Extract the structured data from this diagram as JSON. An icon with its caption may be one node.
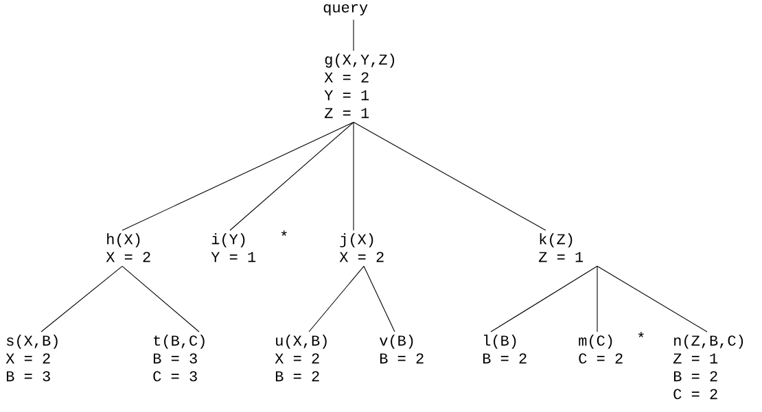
{
  "diagram": {
    "nodes": [
      {
        "text": [
          "query"
        ]
      },
      {
        "text": [
          "g(X,Y,Z)",
          "X = 2",
          "Y = 1",
          "Z = 1"
        ]
      },
      {
        "text": [
          "h(X)",
          "X = 2"
        ]
      },
      {
        "text": [
          "i(Y)",
          "Y = 1"
        ],
        "beside": [
          "*"
        ]
      },
      {
        "text": [
          "j(X)",
          "X = 2"
        ]
      },
      {
        "text": [
          "k(Z)",
          "Z = 1"
        ]
      },
      {
        "text": [
          "s(X,B)",
          "X = 2",
          "B = 3"
        ]
      },
      {
        "text": [
          "t(B,C)",
          "B = 3",
          "C = 3"
        ]
      },
      {
        "text": [
          "u(X,B)",
          "X = 2",
          "B = 2"
        ]
      },
      {
        "text": [
          "v(B)",
          "B = 2"
        ]
      },
      {
        "text": [
          "l(B)",
          "B = 2"
        ]
      },
      {
        "text": [
          "m(C)",
          "C = 2"
        ],
        "beside": [
          "*"
        ]
      },
      {
        "text": [
          "n(Z,B,C)",
          "Z = 1",
          "B = 2",
          "C = 2"
        ]
      }
    ],
    "edges": [
      {
        "from": 0,
        "to": 1,
        "arrow": "none"
      },
      {
        "from": 1,
        "to": 2,
        "arrow": "none"
      },
      {
        "from": 1,
        "to": 3,
        "arrow": "none"
      },
      {
        "from": 1,
        "to": 4,
        "arrow": "none"
      },
      {
        "from": 1,
        "to": 5,
        "arrow": "none"
      },
      {
        "from": 2,
        "to": 6,
        "arrow": "none"
      },
      {
        "from": 2,
        "to": 7,
        "arrow": "none"
      },
      {
        "from": 4,
        "to": 8,
        "arrow": "none"
      },
      {
        "from": 4,
        "to": 9,
        "arrow": "none"
      },
      {
        "from": 5,
        "to": 10,
        "arrow": "none"
      },
      {
        "from": 5,
        "to": 11,
        "arrow": "none"
      },
      {
        "from": 5,
        "to": 12,
        "arrow": "none"
      }
    ]
  }
}
